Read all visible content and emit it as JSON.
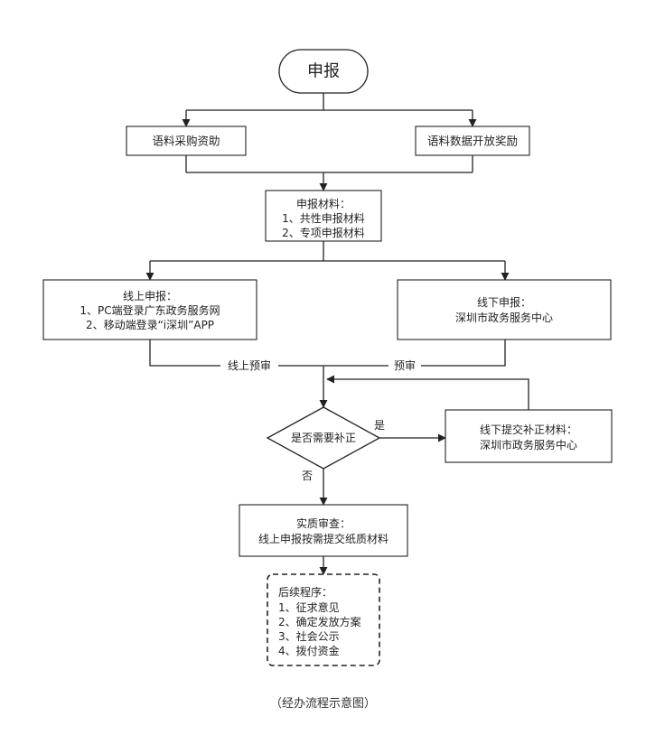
{
  "start": {
    "label": "申报"
  },
  "funding_types": [
    {
      "label": "语料采购资助"
    },
    {
      "label": "语料数据开放奖励"
    }
  ],
  "materials": {
    "lines": [
      "申报材料：",
      "1、共性申报材料",
      "2、专项申报材料"
    ]
  },
  "online": {
    "lines": [
      "线上申报：",
      "1、PC端登录广东政务服务网",
      "2、移动端登录“i深圳”APP"
    ]
  },
  "offline": {
    "lines": [
      "线下申报：",
      "深圳市政务服务中心"
    ]
  },
  "prereview": {
    "online_label": "线上预审",
    "offline_label": "预审"
  },
  "decision": {
    "label": "是否需要补正",
    "yes": "是",
    "no": "否"
  },
  "supplement": {
    "lines": [
      "线下提交补正材料：",
      "深圳市政务服务中心"
    ]
  },
  "substantive": {
    "lines": [
      "实质审查：",
      "线上申报按需提交纸质材料"
    ]
  },
  "followup": {
    "lines": [
      "后续程序：",
      "1、征求意见",
      "2、确定发放方案",
      "3、社会公示",
      "4、拨付资金"
    ]
  },
  "caption": "（经办流程示意图）",
  "colors": {
    "line": "#222222",
    "box_fill": "#ffffff"
  }
}
